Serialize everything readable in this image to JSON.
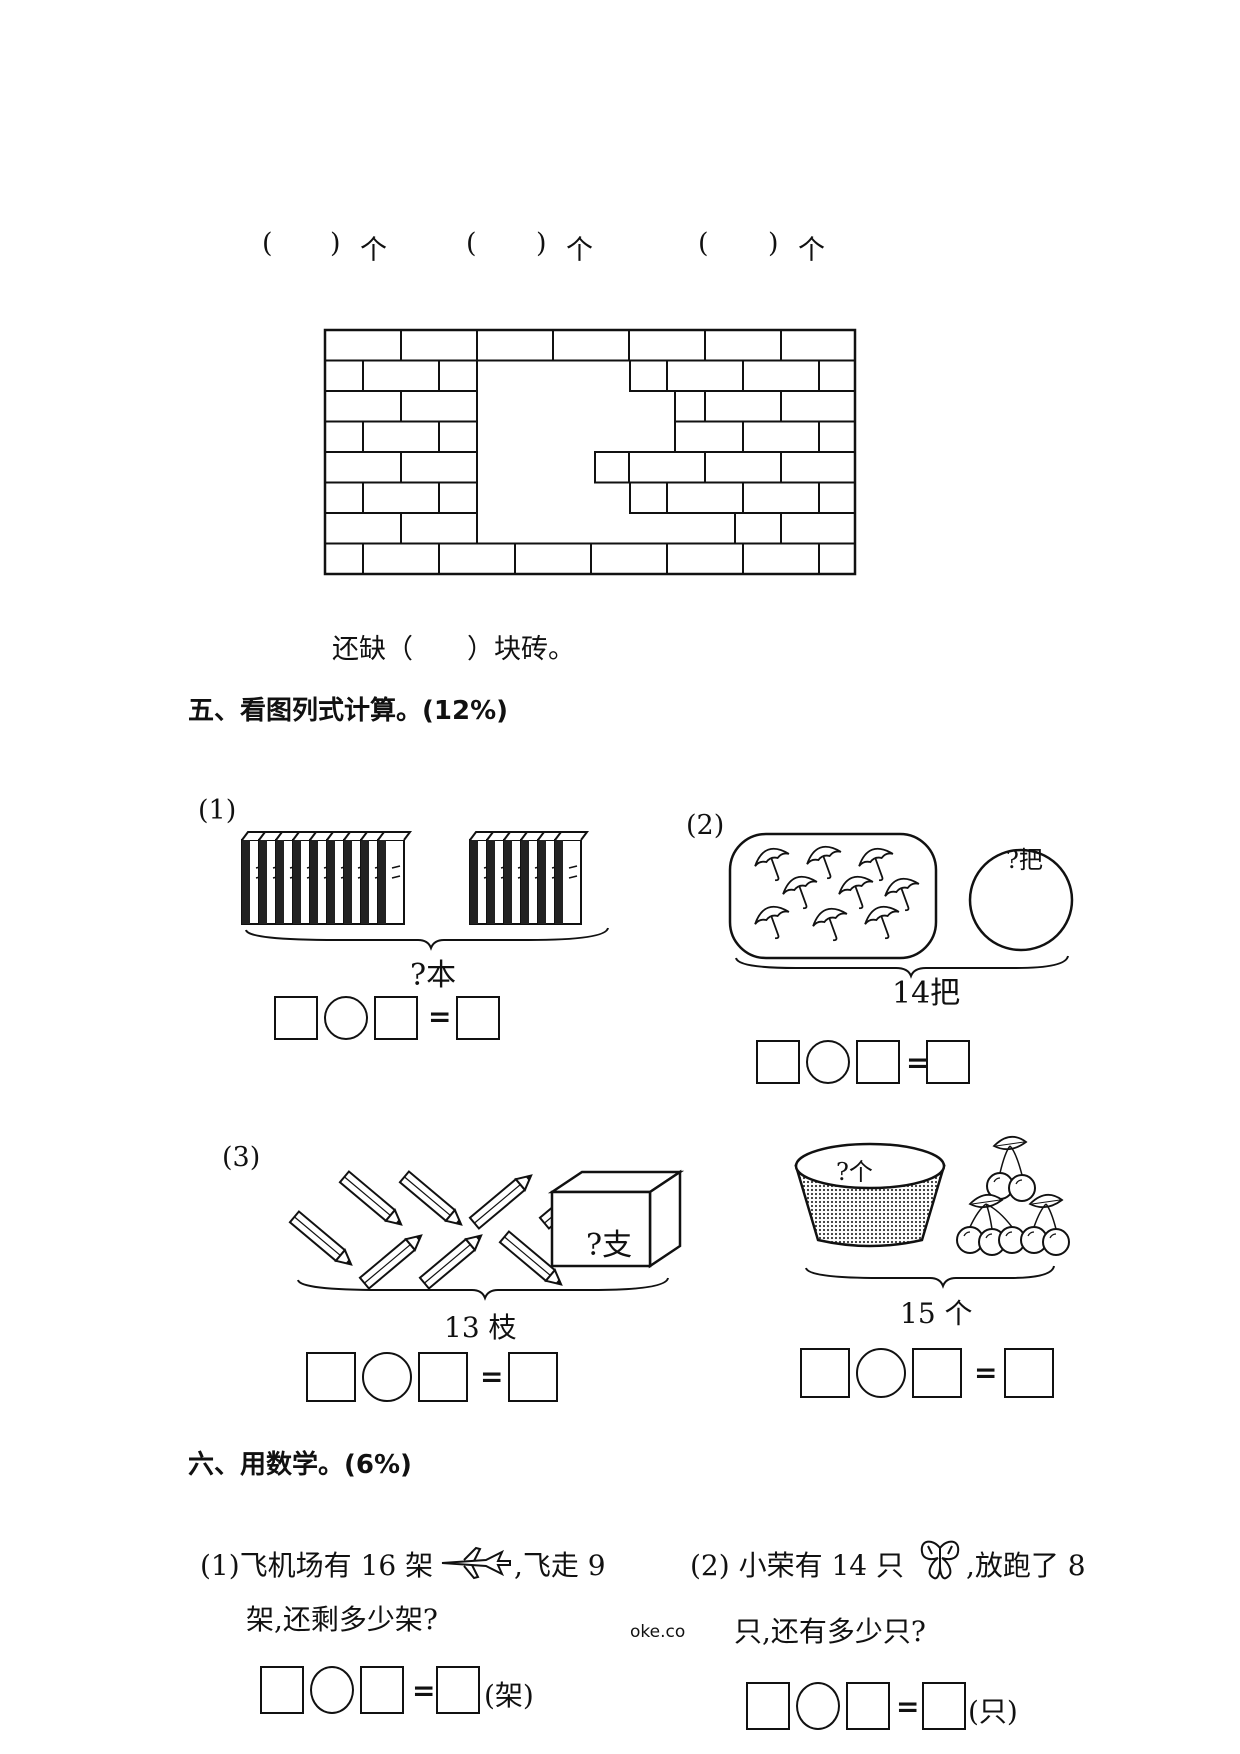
{
  "top_counts": [
    {
      "open": "(",
      "close": ")",
      "unit": "个"
    },
    {
      "open": "(",
      "close": ")",
      "unit": "个"
    },
    {
      "open": "(",
      "close": ")",
      "unit": "个"
    }
  ],
  "brick_question": {
    "prefix": "还缺（",
    "suffix": "）块砖。"
  },
  "section5": {
    "title": "五、看图列式计算。(12%)",
    "problems": [
      {
        "label": "(1)",
        "caption": "?本"
      },
      {
        "label": "(2)",
        "basket_label": "?把",
        "caption": "14把"
      },
      {
        "label": "(3)",
        "box_label": "?支",
        "caption": "13 枝"
      },
      {
        "label": "",
        "bowl_label": "?个",
        "caption": "15 个"
      }
    ]
  },
  "section6": {
    "title": "六、用数学。(6%)",
    "problems": [
      {
        "line1_a": "(1)飞机场有 16 架",
        "line1_b": ",飞走 9",
        "line2": "架,还剩多少架?",
        "unit": "(架)"
      },
      {
        "line1_a": "(2) 小荣有 14 只",
        "line1_b": ",放跑了 8",
        "line2": "只,还有多少只?",
        "unit": "(只)"
      }
    ]
  },
  "watermark": "oke.co",
  "equals_sign": "="
}
